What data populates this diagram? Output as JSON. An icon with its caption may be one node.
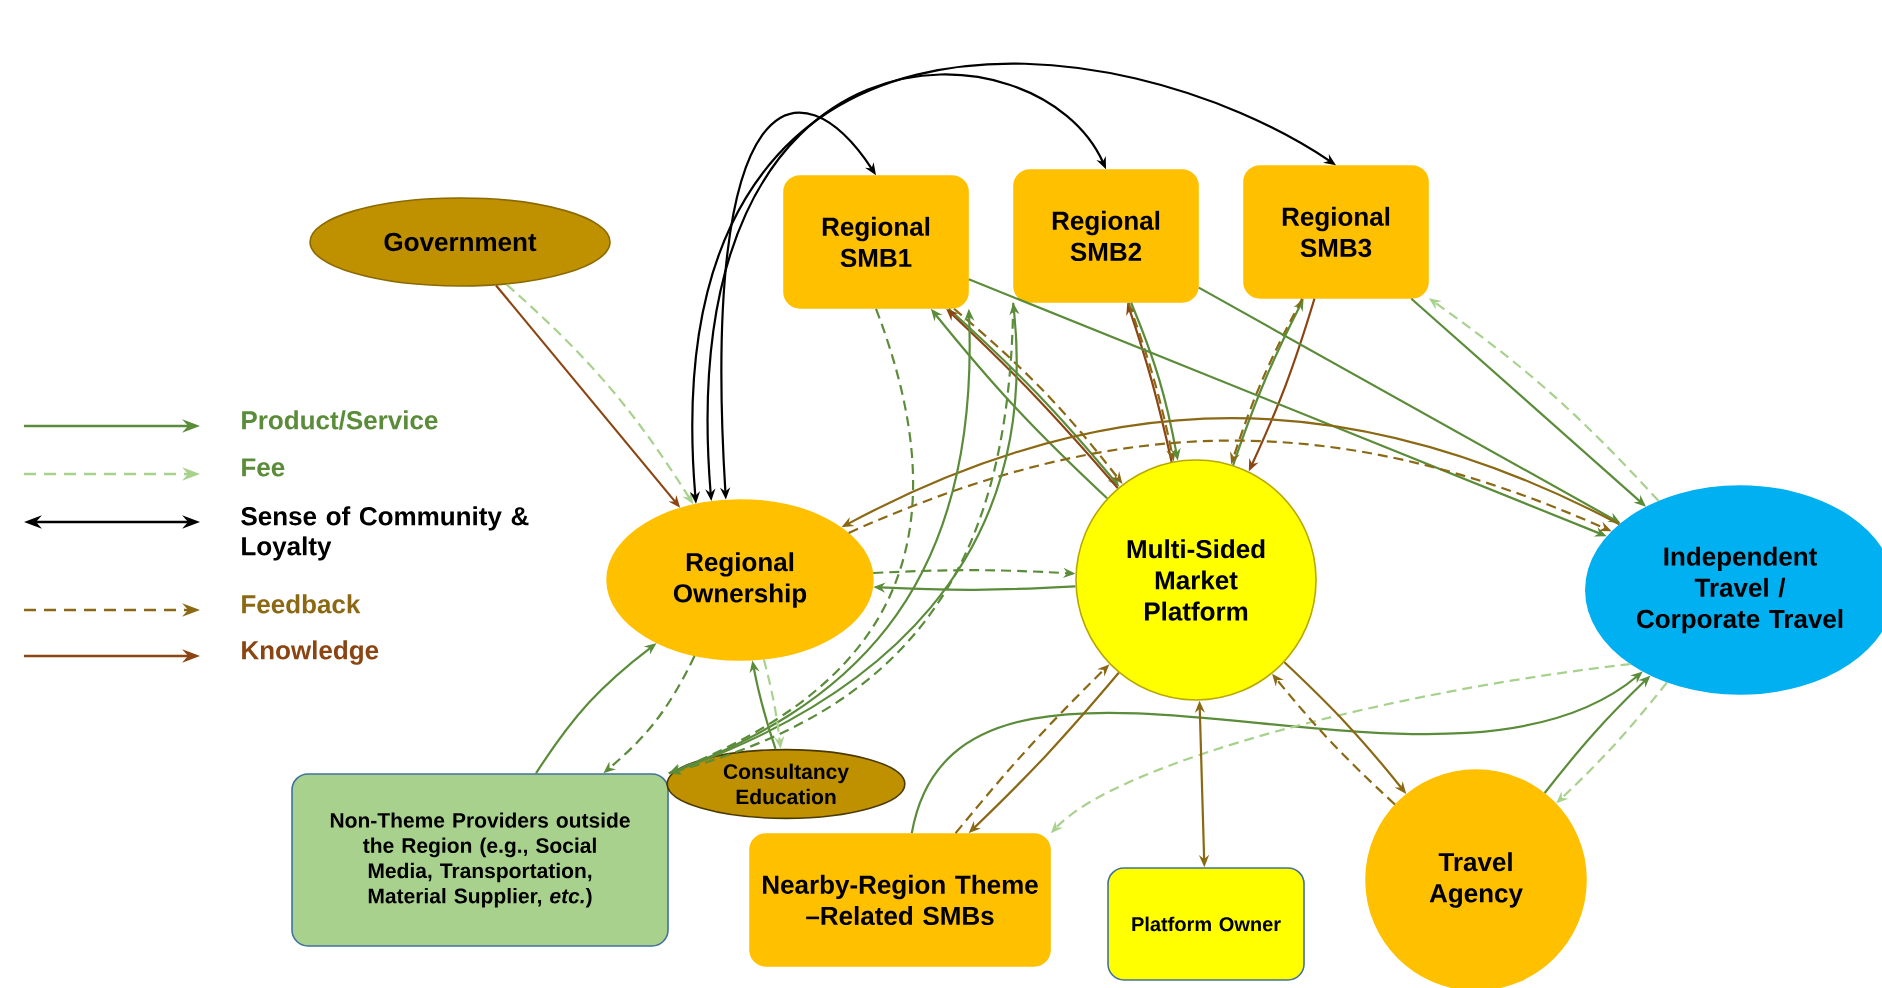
{
  "diagram": {
    "nodes": [
      {
        "text": [
          "Government"
        ]
      },
      {
        "text": [
          "Regional SMB1"
        ]
      },
      {
        "text": [
          "Regional SMB2"
        ]
      },
      {
        "text": [
          "Regional SMB3"
        ]
      },
      {
        "text": [
          "Regional Ownership"
        ]
      },
      {
        "text": [
          "Multi-Sided Market Platform"
        ]
      },
      {
        "text": [
          "Independent Travel / Corporate Travel"
        ]
      },
      {
        "text": [
          "Non-Theme Providers outside the Region (e.g., Social Media, Transportation, Material Supplier, *etc.*)"
        ]
      },
      {
        "text": [
          "Consultancy Education"
        ]
      },
      {
        "text": [
          "Nearby-Region Theme –Related SMBs"
        ]
      },
      {
        "text": [
          "Platform Owner"
        ]
      },
      {
        "text": [
          "Travel Agency"
        ]
      }
    ],
    "edges": [
      {
        "from": 0,
        "to": 4,
        "arrow": "to",
        "color": "#8b4513"
      },
      {
        "from": 0,
        "to": 4,
        "arrow": "to",
        "style": "dashed",
        "color": "#a9d18e"
      },
      {
        "from": 4,
        "to": 1,
        "arrow": "both",
        "color": "#000000"
      },
      {
        "from": 4,
        "to": 2,
        "arrow": "both",
        "color": "#000000"
      },
      {
        "from": 4,
        "to": 3,
        "arrow": "both",
        "color": "#000000"
      },
      {
        "from": 5,
        "to": 1,
        "arrow": "to"
      },
      {
        "from": 1,
        "to": 5,
        "arrow": "to"
      },
      {
        "from": 5,
        "to": 1,
        "arrow": "to",
        "color": "#8b4513"
      },
      {
        "from": 1,
        "to": 5,
        "arrow": "to",
        "style": "dashed",
        "color": "#8b6914"
      },
      {
        "from": 5,
        "to": 2,
        "arrow": "to",
        "color": "#8b4513"
      },
      {
        "from": 2,
        "to": 5,
        "arrow": "to",
        "style": "dashed",
        "color": "#8b6914"
      },
      {
        "from": 2,
        "to": 5,
        "arrow": "to"
      },
      {
        "from": 5,
        "to": 3,
        "arrow": "to"
      },
      {
        "from": 3,
        "to": 5,
        "arrow": "to",
        "color": "#8b4513"
      },
      {
        "from": 3,
        "to": 5,
        "arrow": "to",
        "style": "dashed",
        "color": "#8b6914"
      },
      {
        "from": 1,
        "to": 6,
        "arrow": "to"
      },
      {
        "from": 2,
        "to": 6,
        "arrow": "to"
      },
      {
        "from": 3,
        "to": 6,
        "arrow": "to"
      },
      {
        "from": 6,
        "to": 3,
        "arrow": "to",
        "style": "dashed",
        "color": "#a9d18e"
      },
      {
        "from": 5,
        "to": 4,
        "arrow": "to"
      },
      {
        "from": 4,
        "to": 5,
        "arrow": "to",
        "style": "dashed"
      },
      {
        "from": 6,
        "to": 4,
        "arrow": "to",
        "color": "#8b6914"
      },
      {
        "from": 4,
        "to": 6,
        "arrow": "to",
        "style": "dashed",
        "color": "#8b6914"
      },
      {
        "from": 7,
        "to": 4,
        "arrow": "to"
      },
      {
        "from": 4,
        "to": 7,
        "arrow": "to",
        "style": "dashed"
      },
      {
        "from": 7,
        "to": 1,
        "arrow": "to"
      },
      {
        "from": 1,
        "to": 7,
        "arrow": "to",
        "style": "dashed"
      },
      {
        "from": 7,
        "to": 2,
        "arrow": "to"
      },
      {
        "from": 2,
        "to": 7,
        "arrow": "to",
        "style": "dashed"
      },
      {
        "from": 8,
        "to": 4,
        "arrow": "to"
      },
      {
        "from": 4,
        "to": 8,
        "arrow": "to",
        "style": "dashed",
        "color": "#a9d18e"
      },
      {
        "from": 9,
        "to": 6,
        "arrow": "to"
      },
      {
        "from": 6,
        "to": 9,
        "arrow": "to",
        "style": "dashed",
        "color": "#a9d18e"
      },
      {
        "from": 9,
        "to": 5,
        "arrow": "to",
        "style": "dashed",
        "color": "#8b6914"
      },
      {
        "from": 5,
        "to": 9,
        "arrow": "to",
        "color": "#8b6914"
      },
      {
        "from": 5,
        "to": 10,
        "arrow": "both",
        "color": "#8b6914"
      },
      {
        "from": 5,
        "to": 11,
        "arrow": "to",
        "color": "#8b6914"
      },
      {
        "from": 11,
        "to": 5,
        "arrow": "to",
        "style": "dashed",
        "color": "#8b6914"
      },
      {
        "from": 11,
        "to": 6,
        "arrow": "to"
      },
      {
        "from": 6,
        "to": 11,
        "arrow": "to",
        "style": "dashed",
        "color": "#a9d18e"
      }
    ],
    "legend": [
      {
        "text": "Product/Service"
      },
      {
        "text": "Fee"
      },
      {
        "text": "Sense of Community & Loyalty"
      },
      {
        "text": "Feedback"
      },
      {
        "text": "Knowledge"
      }
    ]
  }
}
